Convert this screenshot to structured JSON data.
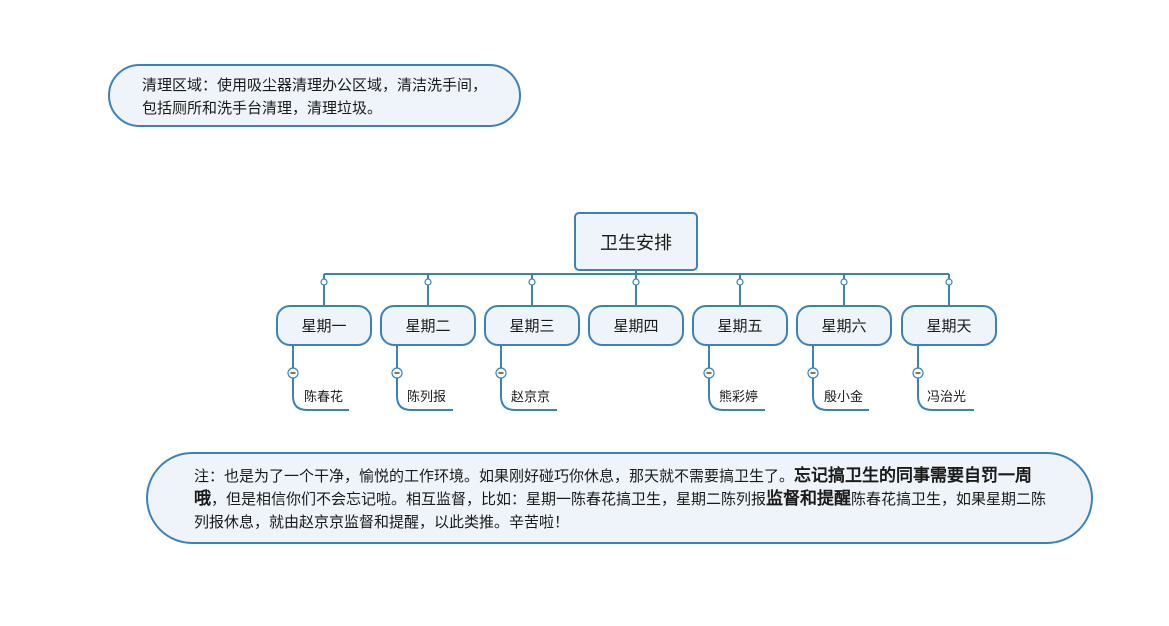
{
  "cleaning_note": "清理区域：使用吸尘器清理办公区域，清洁洗手间，包括厕所和洗手台清理，清理垃圾。",
  "root": {
    "label": "卫生安排"
  },
  "days": [
    {
      "label": "星期一",
      "person": "陈春花"
    },
    {
      "label": "星期二",
      "person": "陈列报"
    },
    {
      "label": "星期三",
      "person": "赵京京"
    },
    {
      "label": "星期四",
      "person": ""
    },
    {
      "label": "星期五",
      "person": "熊彩婷"
    },
    {
      "label": "星期六",
      "person": "殷小金"
    },
    {
      "label": "星期天",
      "person": "冯治光"
    }
  ],
  "footnote": {
    "part1": "注：也是为了一个干净，愉悦的工作环境。如果刚好碰巧你休息，那天就不需要搞卫生了。",
    "emphasis1": "忘记搞卫生的同事需要自罚一周哦",
    "part2": "，但是相信你们不会忘记啦。相互监督，比如：星期一陈春花搞卫生，星期二陈列报",
    "emphasis2": "监督和提醒",
    "part3": "陈春花搞卫生，如果星期二陈列报休息，就由赵京京监督和提醒，以此类推。辛苦啦！"
  },
  "colors": {
    "node_fill": "#eef4fa",
    "node_border": "#3b82ba",
    "connector": "#3b82ba"
  }
}
